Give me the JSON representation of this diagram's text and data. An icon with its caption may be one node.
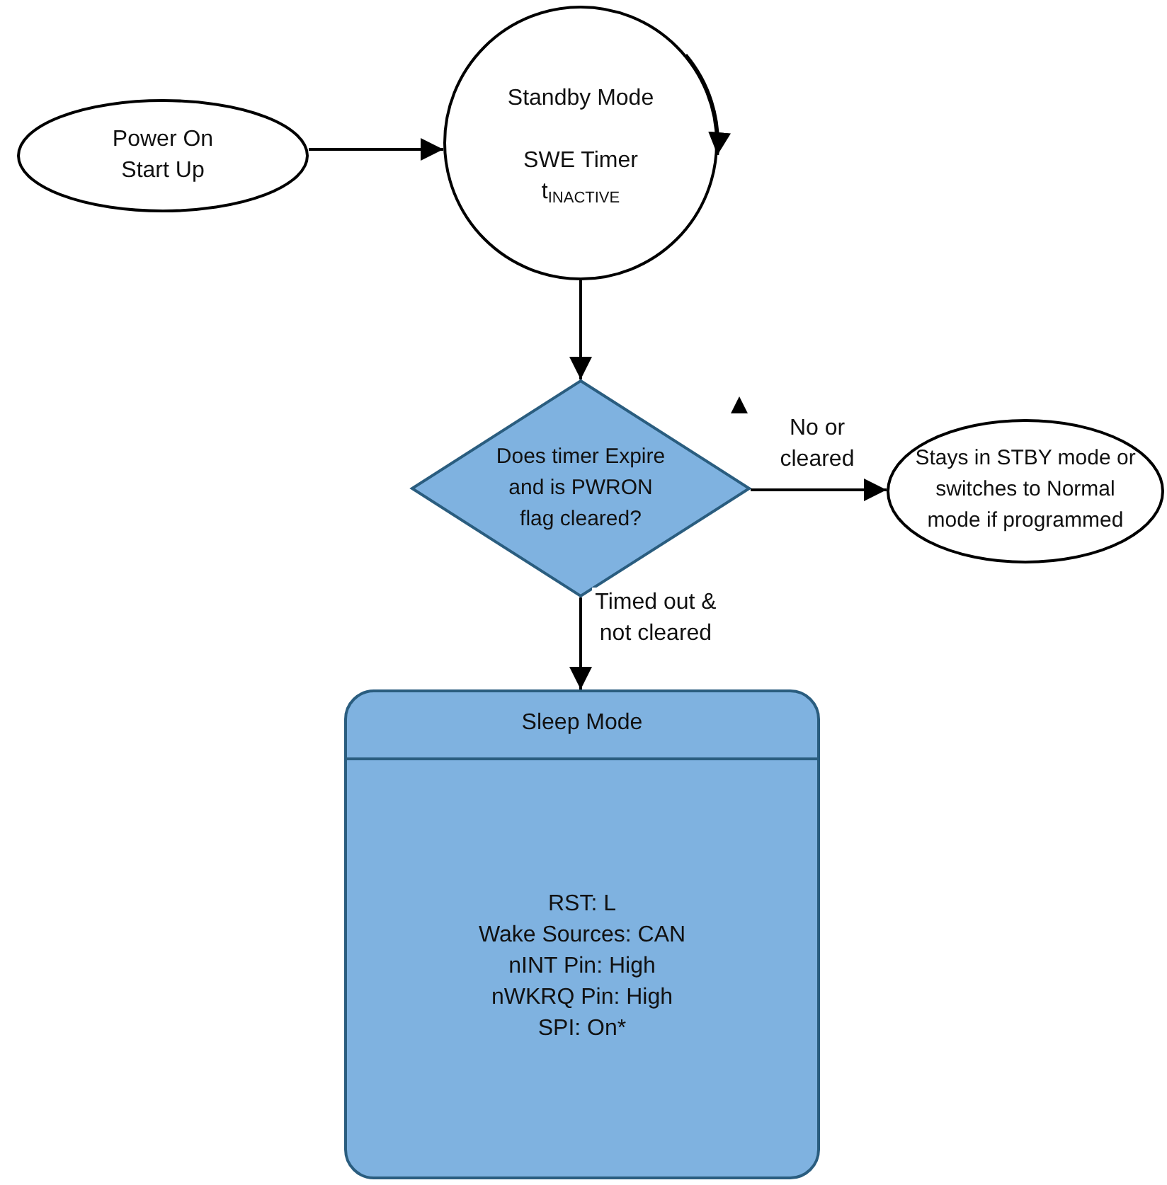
{
  "diagram": {
    "nodes": [
      {
        "text": [
          "Power On Start Up"
        ]
      },
      {
        "text": [
          "Standby Mode",
          "SWE Timer t$_{INACTIVE}$"
        ]
      },
      {
        "text": [
          "Does timer Expire and is PWRON flag cleared?"
        ]
      },
      {
        "text": [
          "Stays in STBY mode or switches to Normal mode if programmed"
        ]
      },
      {
        "text": [
          "Sleep Mode",
          "RST: L",
          "Wake Sources: CAN",
          "nINT Pin: High",
          "nWKRQ Pin: High",
          "SPI: On*"
        ]
      }
    ],
    "edges": [
      {
        "from": 0,
        "to": 1,
        "arrow": "to"
      },
      {
        "from": 1,
        "to": 1,
        "arrow": "to"
      },
      {
        "from": 1,
        "to": 2,
        "arrow": "to"
      },
      {
        "from": 2,
        "to": 3,
        "arrow": "to",
        "label": "No or cleared"
      },
      {
        "from": 2,
        "to": 4,
        "arrow": "to",
        "label": "Timed out & not cleared"
      }
    ]
  }
}
